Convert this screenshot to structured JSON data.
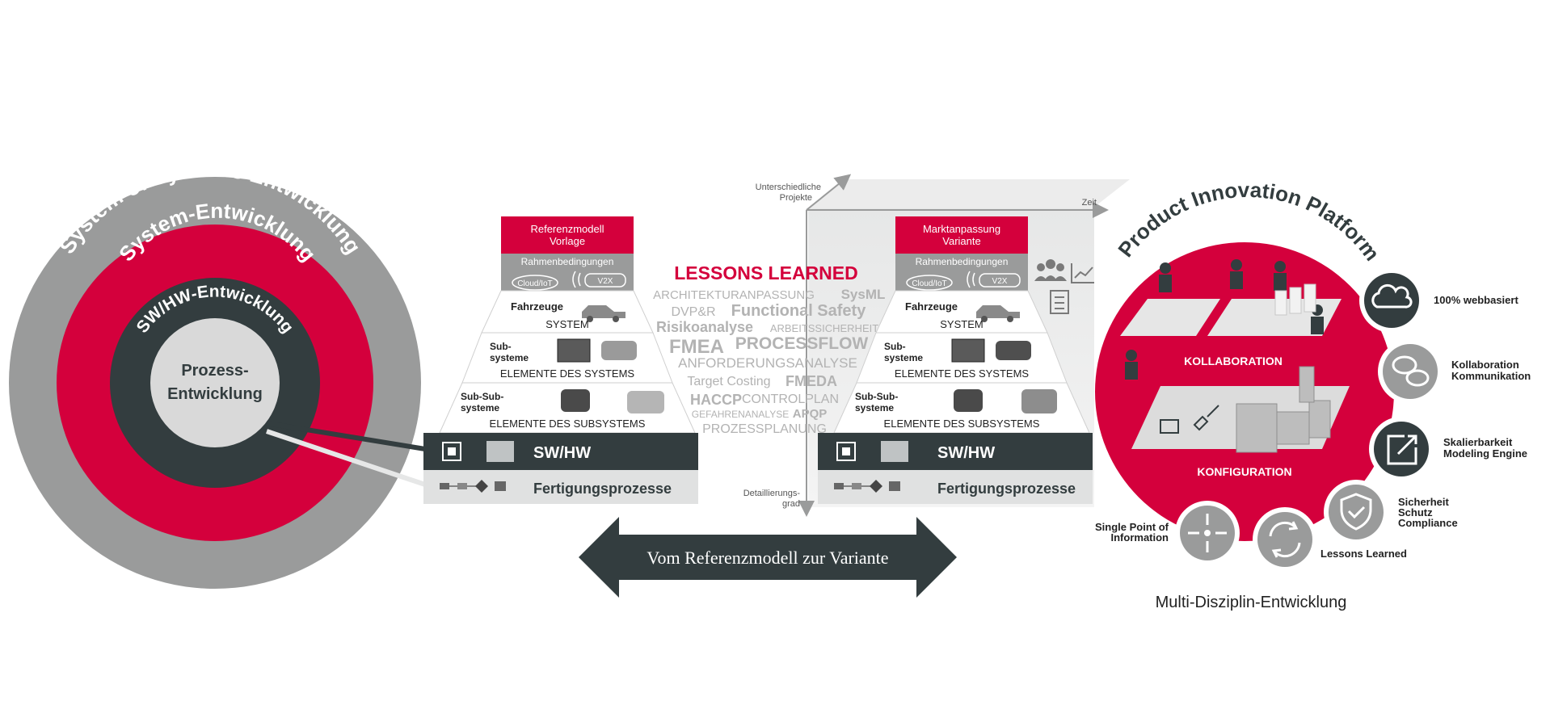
{
  "colors": {
    "red": "#d4003c",
    "dark": "#333d3f",
    "grey": "#9a9b9b",
    "light_grey": "#d9d9d9",
    "pale_grey": "#ececec",
    "white": "#ffffff"
  },
  "rings": {
    "outer": "System of Systems Entwicklung",
    "second": "System-Entwicklung",
    "third": "SW/HW-Entwicklung",
    "core_line1": "Prozess-",
    "core_line2": "Entwicklung"
  },
  "left_pyramid": {
    "header_line1": "Referenzmodell",
    "header_line2": "Vorlage",
    "rahmen": "Rahmenbedingungen",
    "cloud": "Cloud/IoT",
    "v2x": "V2X",
    "fahrzeuge": "Fahrzeuge",
    "system": "SYSTEM",
    "sub_line1": "Sub-",
    "sub_line2": "systeme",
    "elemente_system": "ELEMENTE DES SYSTEMS",
    "subsub_line1": "Sub-Sub-",
    "subsub_line2": "systeme",
    "elemente_subsystem": "ELEMENTE DES SUBSYSTEMS",
    "swhw": "SW/HW",
    "fertigung": "Fertigungsprozesse"
  },
  "right_pyramid": {
    "header_line1": "Marktanpassung",
    "header_line2": "Variante",
    "rahmen": "Rahmenbedingungen",
    "cloud": "Cloud/IoT",
    "v2x": "V2X",
    "fahrzeuge": "Fahrzeuge",
    "system": "SYSTEM",
    "sub_line1": "Sub-",
    "sub_line2": "systeme",
    "elemente_system": "ELEMENTE DES SYSTEMS",
    "subsub_line1": "Sub-Sub-",
    "subsub_line2": "systeme",
    "elemente_subsystem": "ELEMENTE DES SUBSYSTEMS",
    "swhw": "SW/HW",
    "fertigung": "Fertigungsprozesse"
  },
  "axes": {
    "projekte_line1": "Unterschiedliche",
    "projekte_line2": "Projekte",
    "zeit": "Zeit",
    "detail_line1": "Detaillierungs-",
    "detail_line2": "grad"
  },
  "lessons": {
    "title": "LESSONS LEARNED",
    "w1": "ARCHITEKTURANPASSUNG",
    "w2": "SysML",
    "w3": "DVP&R",
    "w4": "Functional Safety",
    "w5": "Risikoanalyse",
    "w6": "ARBEITSSICHERHEIT",
    "w7": "FMEA",
    "w8": "PROCESSFLOW",
    "w9": "ANFORDERUNGSANALYSE",
    "w10": "Target Costing",
    "w11": "FMEDA",
    "w12": "HACCP",
    "w13": "CONTROLPLAN",
    "w14": "GEFAHRENANALYSE",
    "w15": "APQP",
    "w16": "PROZESSPLANUNG"
  },
  "arrow_label": "Vom Referenzmodell zur Variante",
  "platform": {
    "title": "Product Innovation Platform",
    "kollaboration": "KOLLABORATION",
    "konfiguration": "KONFIGURATION",
    "caption": "Multi-Disziplin-Entwicklung",
    "features": {
      "web": "100% webbasiert",
      "komm_line1": "Kollaboration",
      "komm_line2": "Kommunikation",
      "skal_line1": "Skalierbarkeit",
      "skal_line2": "Modeling Engine",
      "sich_line1": "Sicherheit",
      "sich_line2": "Schutz",
      "sich_line3": "Compliance",
      "lessons": "Lessons Learned",
      "spoi_line1": "Single Point of",
      "spoi_line2": "Information"
    }
  },
  "icons": {
    "cloud": "cloud-icon",
    "chat": "chat-bubbles-icon",
    "external": "external-link-icon",
    "shield": "shield-check-icon",
    "cycle": "cycle-arrows-icon",
    "point": "converging-arrows-icon",
    "chip": "chip-icon",
    "car": "car-icon",
    "people": "people-icon",
    "chart": "line-chart-icon",
    "checklist": "checklist-icon"
  }
}
